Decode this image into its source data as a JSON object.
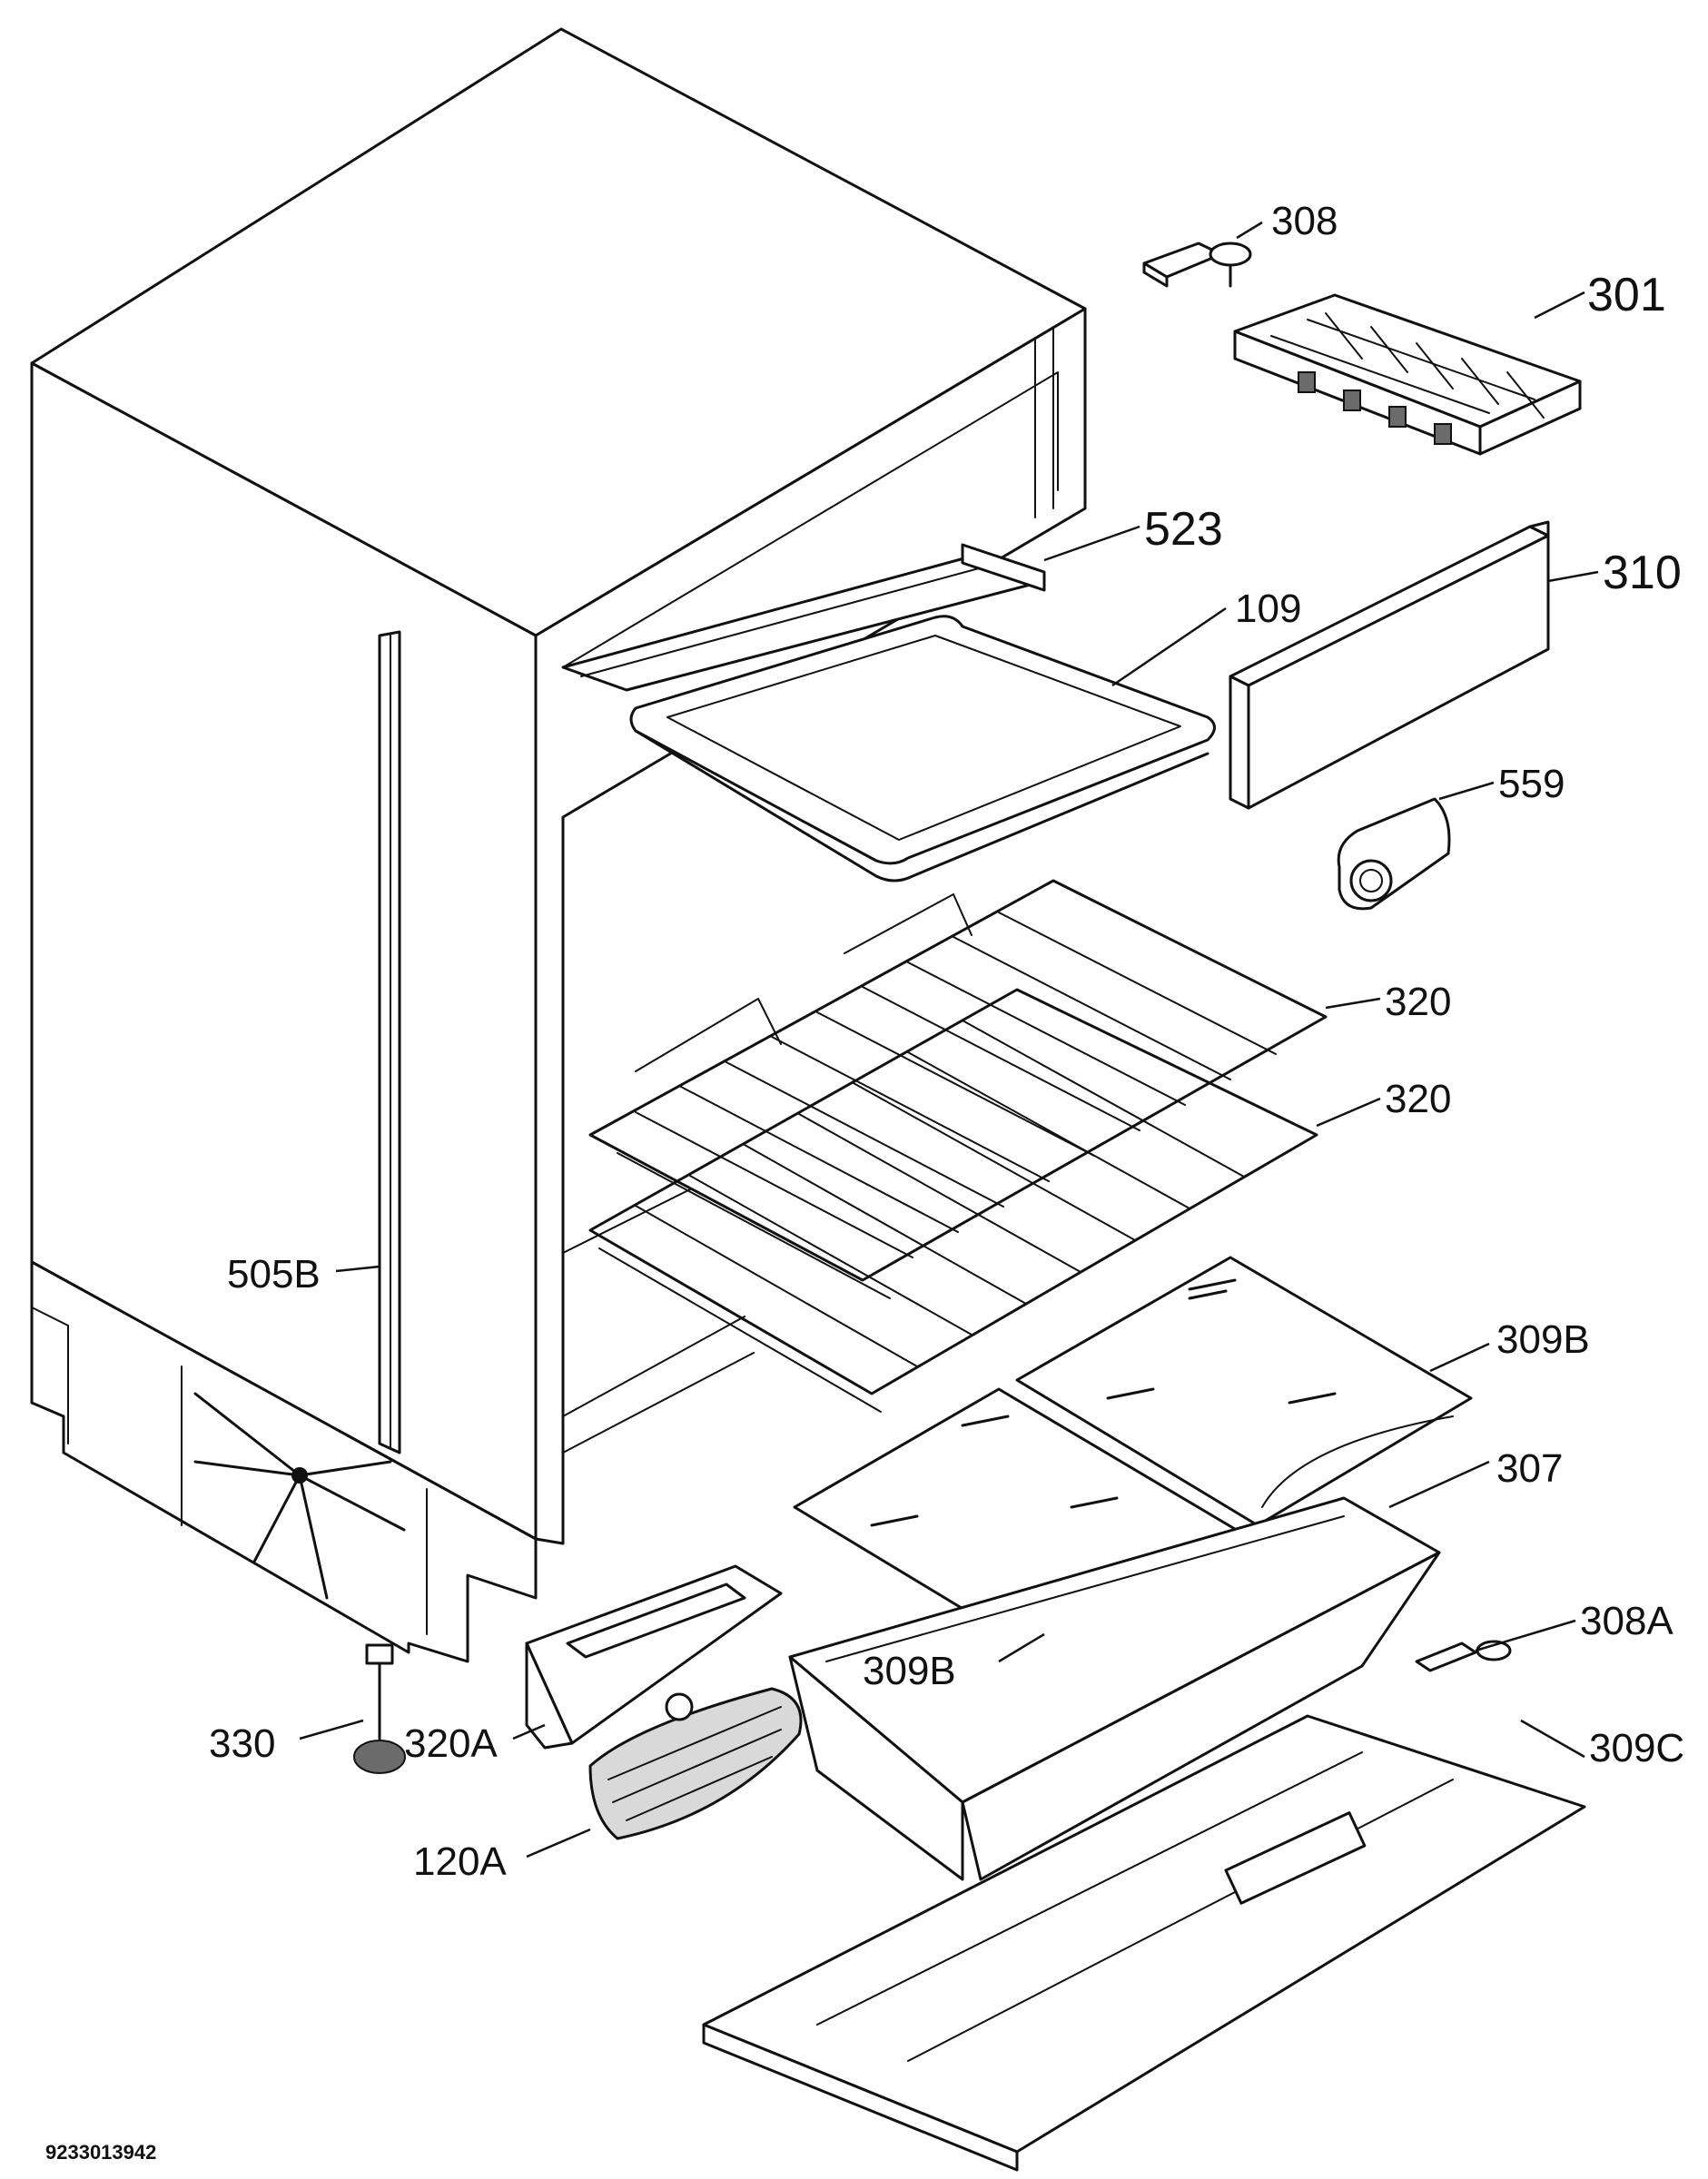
{
  "labels": {
    "p308": "308",
    "p301": "301",
    "p523": "523",
    "p310": "310",
    "p109": "109",
    "p559": "559",
    "p320a": "320",
    "p320b": "320",
    "p505b": "505B",
    "p309b_top": "309B",
    "p307": "307",
    "p308a": "308A",
    "p309b_low": "309B",
    "p330": "330",
    "p320A": "320A",
    "p309c": "309C",
    "p120a": "120A"
  },
  "document_number": "9233013942"
}
